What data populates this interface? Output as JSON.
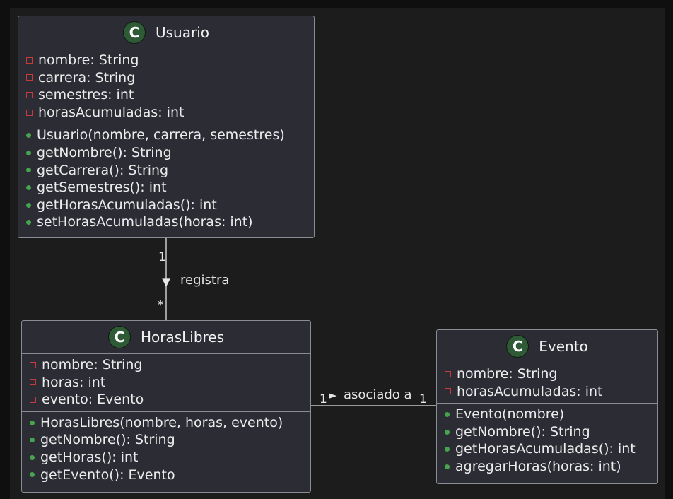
{
  "classes": {
    "usuario": {
      "icon_letter": "C",
      "name": "Usuario",
      "attributes": [
        {
          "visibility": "private",
          "text": "nombre: String"
        },
        {
          "visibility": "private",
          "text": "carrera: String"
        },
        {
          "visibility": "private",
          "text": "semestres: int"
        },
        {
          "visibility": "private",
          "text": "horasAcumuladas: int"
        }
      ],
      "methods": [
        {
          "visibility": "public",
          "text": "Usuario(nombre, carrera, semestres)"
        },
        {
          "visibility": "public",
          "text": "getNombre(): String"
        },
        {
          "visibility": "public",
          "text": "getCarrera(): String"
        },
        {
          "visibility": "public",
          "text": "getSemestres(): int"
        },
        {
          "visibility": "public",
          "text": "getHorasAcumuladas(): int"
        },
        {
          "visibility": "public",
          "text": "setHorasAcumuladas(horas: int)"
        }
      ]
    },
    "horas_libres": {
      "icon_letter": "C",
      "name": "HorasLibres",
      "attributes": [
        {
          "visibility": "private",
          "text": "nombre: String"
        },
        {
          "visibility": "private",
          "text": "horas: int"
        },
        {
          "visibility": "private",
          "text": "evento: Evento"
        }
      ],
      "methods": [
        {
          "visibility": "public",
          "text": "HorasLibres(nombre, horas, evento)"
        },
        {
          "visibility": "public",
          "text": "getNombre(): String"
        },
        {
          "visibility": "public",
          "text": "getHoras(): int"
        },
        {
          "visibility": "public",
          "text": "getEvento(): Evento"
        }
      ]
    },
    "evento": {
      "icon_letter": "C",
      "name": "Evento",
      "attributes": [
        {
          "visibility": "private",
          "text": "nombre: String"
        },
        {
          "visibility": "private",
          "text": "horasAcumuladas: int"
        }
      ],
      "methods": [
        {
          "visibility": "public",
          "text": "Evento(nombre)"
        },
        {
          "visibility": "public",
          "text": "getNombre(): String"
        },
        {
          "visibility": "public",
          "text": "getHorasAcumuladas(): int"
        },
        {
          "visibility": "public",
          "text": "agregarHoras(horas: int)"
        }
      ]
    }
  },
  "relations": {
    "registra": {
      "label": "registra",
      "source_multiplicity": "1",
      "target_multiplicity": "*",
      "direction_glyph": "▼"
    },
    "asociado": {
      "label": "asociado a",
      "source_multiplicity": "1",
      "target_multiplicity": "1",
      "direction_glyph": "►"
    }
  },
  "colors": {
    "background": "#1c1c1c",
    "class_fill": "#2b2c34",
    "class_border": "#8a8c93",
    "icon_fill": "#2e5b36",
    "private_marker": "#c83a3a",
    "public_marker": "#47a34e",
    "line": "#e6e6e6"
  }
}
